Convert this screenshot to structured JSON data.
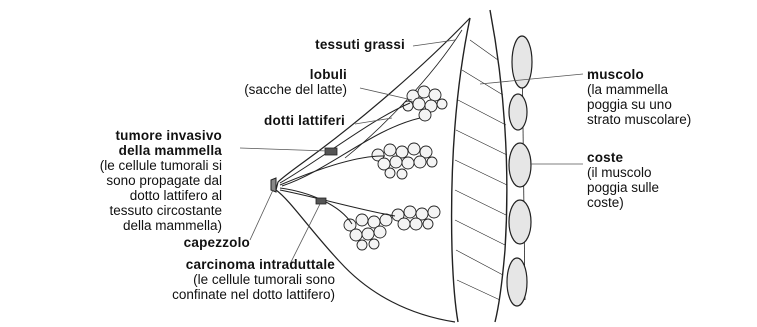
{
  "labels": {
    "fat": {
      "title": "tessuti grassi"
    },
    "lobules": {
      "title": "lobuli",
      "subtitle": "(sacche del latte)"
    },
    "ducts": {
      "title": "dotti lattiferi"
    },
    "invasive": {
      "title_1": "tumore invasivo",
      "title_2": "della mammella",
      "sub_1": "(le cellule tumorali si",
      "sub_2": "sono propagate dal",
      "sub_3": "dotto lattifero al",
      "sub_4": "tessuto circostante",
      "sub_5": "della mammella)"
    },
    "nipple": {
      "title": "capezzolo"
    },
    "ductal": {
      "title": "carcinoma intraduttale",
      "sub_1": "(le cellule tumorali sono",
      "sub_2": "confinate nel dotto lattifero)"
    },
    "muscle": {
      "title": "muscolo",
      "sub_1": "(la mammella",
      "sub_2": "poggia su uno",
      "sub_3": "strato muscolare)"
    },
    "ribs": {
      "title": "coste",
      "sub_1": "(il muscolo",
      "sub_2": "poggia sulle",
      "sub_3": "coste)"
    }
  }
}
